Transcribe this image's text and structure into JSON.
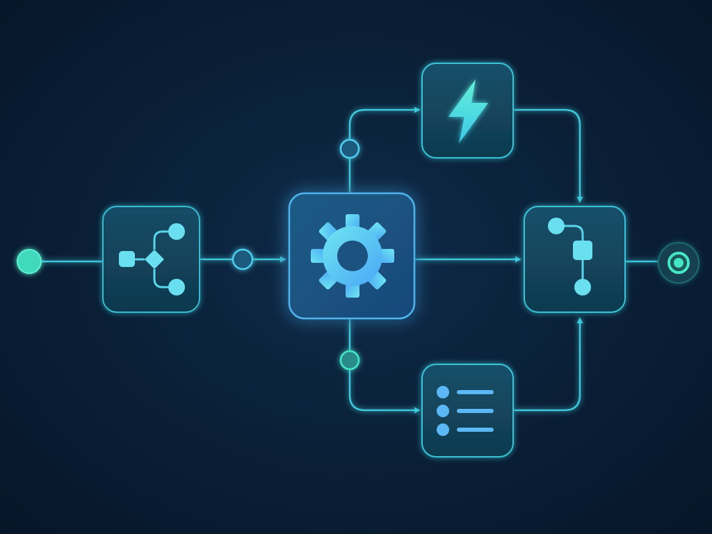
{
  "diagram": {
    "colors": {
      "background": "#081a2f",
      "connector": "#3fc6da",
      "accent_teal": "#45e6c8",
      "accent_cyan": "#4fd0f0",
      "accent_blue": "#52a8f5",
      "node_fill": "#123f54",
      "node_border": "#3ac4d8"
    },
    "nodes": [
      {
        "id": "start",
        "kind": "endpoint",
        "icon": "start-dot-icon"
      },
      {
        "id": "branch",
        "kind": "process",
        "icon": "branching-flow-icon"
      },
      {
        "id": "core",
        "kind": "process",
        "icon": "gear-icon",
        "highlighted": true
      },
      {
        "id": "trigger",
        "kind": "process",
        "icon": "lightning-bolt-icon"
      },
      {
        "id": "list",
        "kind": "process",
        "icon": "list-icon"
      },
      {
        "id": "merge",
        "kind": "process",
        "icon": "sequence-flow-icon"
      },
      {
        "id": "end",
        "kind": "endpoint",
        "icon": "end-target-icon"
      }
    ],
    "connectors": [
      {
        "from": "start",
        "to": "branch"
      },
      {
        "from": "branch",
        "to": "core"
      },
      {
        "from": "core",
        "to": "trigger"
      },
      {
        "from": "core",
        "to": "merge"
      },
      {
        "from": "core",
        "to": "list"
      },
      {
        "from": "trigger",
        "to": "merge"
      },
      {
        "from": "list",
        "to": "merge"
      },
      {
        "from": "merge",
        "to": "end"
      }
    ]
  }
}
